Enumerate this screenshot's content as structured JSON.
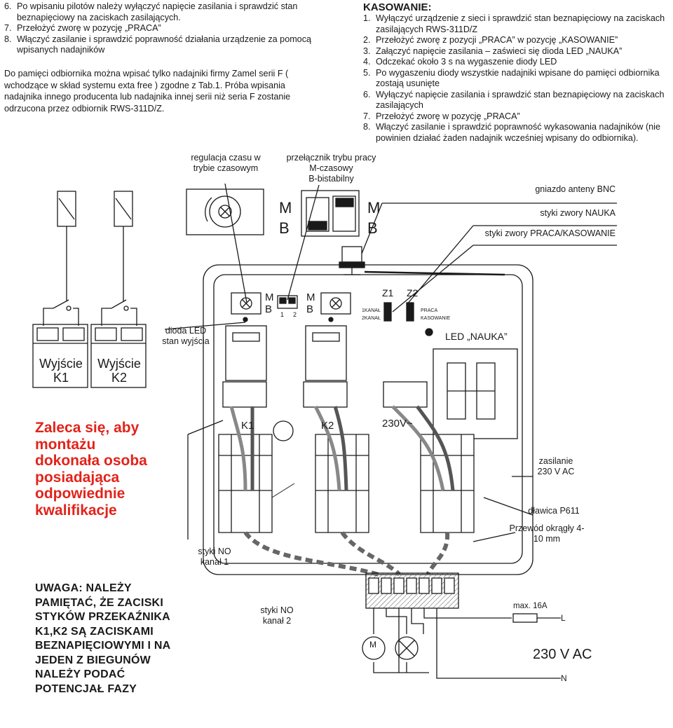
{
  "top_left_steps": [
    {
      "num": "6.",
      "text": "Po wpisaniu pilotów należy wyłączyć napięcie zasilania i sprawdzić stan beznapięciowy na zaciskach zasilających."
    },
    {
      "num": "7.",
      "text": "Przełożyć zworę w pozycję „PRACA”"
    },
    {
      "num": "8.",
      "text": "Włączyć zasilanie i sprawdzić poprawność działania urządzenie za pomocą wpisanych nadajników"
    }
  ],
  "memory_paragraph": "Do pamięci odbiornika można wpisać tylko nadajniki firmy Zamel serii F ( wchodzące w skład systemu exta free ) zgodne z Tab.1. Próba wpisania nadajnika innego producenta lub nadajnika innej serii niż seria F  zostanie odrzucona przez odbiornik RWS-311D/Z.",
  "kasowanie": {
    "title": "KASOWANIE:",
    "steps": [
      {
        "num": "1.",
        "text": "Wyłączyć urządzenie z sieci i sprawdzić stan beznapięciowy na zaciskach zasilających RWS-311D/Z"
      },
      {
        "num": "2.",
        "text": "Przełożyć zworę z pozycji „PRACA” w pozycję „KASOWANIE”"
      },
      {
        "num": "3.",
        "text": "Załączyć napięcie zasilania – zaświeci się dioda LED „NAUKA”"
      },
      {
        "num": "4.",
        "text": "Odczekać około  3 s na wygaszenie diody LED"
      },
      {
        "num": "5.",
        "text": "Po wygaszeniu diody wszystkie nadajniki wpisane do pamięci odbiornika zostają usunięte"
      },
      {
        "num": "6.",
        "text": "Wyłączyć napięcie zasilania i sprawdzić stan beznapięciowy na zaciskach zasilających"
      },
      {
        "num": "7.",
        "text": "Przełożyć zworę w pozycję „PRACA”"
      },
      {
        "num": "8.",
        "text": "Włączyć zasilanie i sprawdzić poprawność wykasowania nadajników (nie powinien działać żaden nadajnik wcześniej wpisany do odbiornika)."
      }
    ]
  },
  "labels": {
    "time_regulation": "regulacja czasu w trybie czasowym",
    "mode_switch_title": "przełącznik trybu pracy",
    "mode_switch_m": "M-czasowy",
    "mode_switch_b": "B-bistabilny",
    "bnc": "gniazdo anteny BNC",
    "nauka_contacts": "styki zwory NAUKA",
    "praca_contacts": "styki zwory PRACA/KASOWANIE",
    "led_output": "dioda LED stan wyjścia",
    "output_k1": "Wyjście K1",
    "output_k2": "Wyjście K2",
    "power_label": "zasilanie 230 V AC",
    "gland": "dławica P611",
    "cable": "Przewód okrągły 4-10 mm",
    "no_ch1": "styki NO kanał 1",
    "no_ch2": "styki NO kanał 2",
    "fuse": "max. 16A",
    "phase": "L",
    "neutral": "N",
    "mains": "230 V AC",
    "motor_symbol": "M"
  },
  "board": {
    "m": "M",
    "b": "B",
    "sw_1": "1",
    "sw_2": "2",
    "z1": "Z1",
    "z2": "Z2",
    "kanal1": "1KANAŁ",
    "kanal2": "2KANAŁ",
    "praca": "PRACA",
    "kasowanie": "KASOWANIE",
    "led_nauka": "LED „NAUKA”",
    "k1": "K1",
    "k2": "K2",
    "v230": "230V~"
  },
  "recommendation": "Zaleca się, aby montażu dokonała osoba posiadająca odpowiednie kwalifikacje",
  "warning": "UWAGA: NALEŻY PAMIĘTAĆ, ŻE ZACISKI STYKÓW PRZEKAŹNIKA K1,K2 SĄ ZACISKAMI BEZNAPIĘCIOWYMI I NA JEDEN Z BIEGUNÓW NALEŻY PODAĆ POTENCJAŁ FAZY",
  "colors": {
    "warning_red": "#e2231a",
    "ink": "#1a1a1a"
  }
}
